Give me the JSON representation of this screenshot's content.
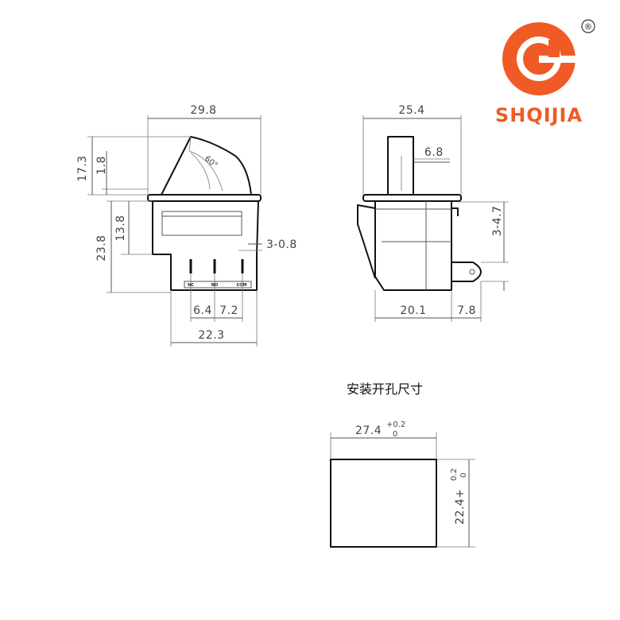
{
  "brand": {
    "name": "SHQIJIA",
    "registered": "®",
    "color": "#f05a24"
  },
  "front_view": {
    "width_top": "29.8",
    "height_total": "17.3",
    "rocker_offset": "1.8",
    "angle": "60°",
    "body_height": "23.8",
    "window_height": "13.8",
    "terminal_thickness": "3-0.8",
    "pitch_a": "6.4",
    "pitch_b": "7.2",
    "base_width": "22.3",
    "terminals": [
      "NC",
      "NO",
      "COM"
    ]
  },
  "side_view": {
    "width_top": "25.4",
    "plunger_width": "6.8",
    "terminal_offset": "3-4.7",
    "body_depth": "20.1",
    "terminal_length": "7.8"
  },
  "cutout": {
    "title": "安装开孔尺寸",
    "width": "27.4",
    "width_tol_upper": "+0.2",
    "width_tol_lower": "0",
    "height": "22.4+",
    "height_tol_upper": "0.2",
    "height_tol_lower": "0"
  }
}
